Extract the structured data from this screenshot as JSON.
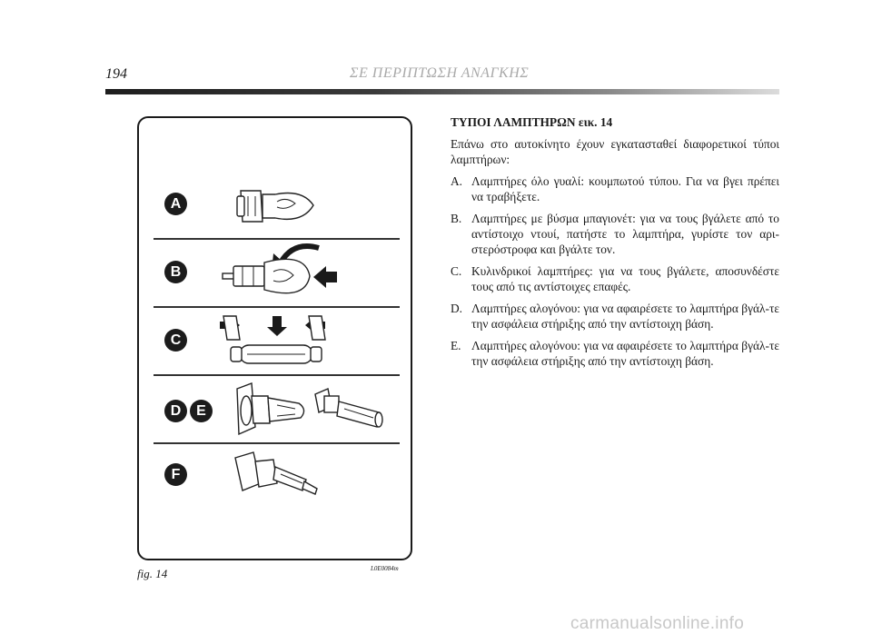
{
  "header": {
    "page_number": "194",
    "running_head": "ΣΕ ΠΕΡΙΠΤΩΣΗ ΑΝΑΓΚΗΣ"
  },
  "figure": {
    "caption": "fig. 14",
    "code": "L0E0084m",
    "letters": [
      "A",
      "B",
      "C",
      "D",
      "E",
      "F"
    ]
  },
  "section": {
    "title": "ΤΥΠΟΙ ΛΑΜΠΤΗΡΩΝ εικ. 14",
    "intro": "Επάνω στο αυτοκίνητο έχουν εγκατασταθεί διαφορετικοί τύποι λαμπτήρων:",
    "items": [
      {
        "label": "A.",
        "text": "Λαμπτήρες όλο γυαλί: κουμπωτού τύπου. Για να βγει πρέπει να τραβήξετε."
      },
      {
        "label": "B.",
        "text": "Λαμπτήρες με βύσμα μπαγιονέτ: για να τους βγάλετε από το αντίστοιχο ντουί, πατήστε το λαμπτήρα, γυρίστε τον αρι-στερόστροφα και βγάλτε τον."
      },
      {
        "label": "C.",
        "text": "Κυλινδρικοί λαμπτήρες: για να τους βγάλετε, αποσυνδέστε τους από τις αντίστοιχες επαφές."
      },
      {
        "label": "D.",
        "text": "Λαμπτήρες αλογόνου: για να αφαιρέσετε το λαμπτήρα βγάλ-τε την ασφάλεια στήριξης από την αντίστοιχη βάση."
      },
      {
        "label": "E.",
        "text": "Λαμπτήρες αλογόνου: για να αφαιρέσετε το λαμπτήρα βγάλ-τε την ασφάλεια στήριξης από την αντίστοιχη βάση."
      }
    ]
  },
  "watermark": "carmanualsonline.info"
}
